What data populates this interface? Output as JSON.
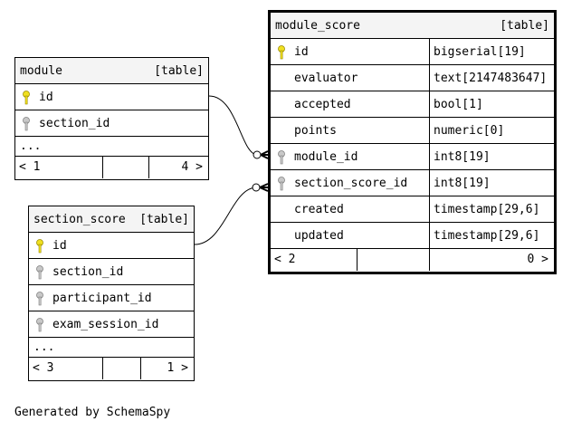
{
  "tables": {
    "module": {
      "name": "module",
      "kind": "[table]",
      "columns": [
        {
          "name": "id",
          "key": "primary"
        },
        {
          "name": "section_id",
          "key": "foreign"
        }
      ],
      "more": "...",
      "footer": {
        "left": "< 1",
        "right": "4 >"
      }
    },
    "section_score": {
      "name": "section_score",
      "kind": "[table]",
      "columns": [
        {
          "name": "id",
          "key": "primary"
        },
        {
          "name": "section_id",
          "key": "foreign"
        },
        {
          "name": "participant_id",
          "key": "foreign"
        },
        {
          "name": "exam_session_id",
          "key": "foreign"
        }
      ],
      "more": "...",
      "footer": {
        "left": "< 3",
        "right": "1 >"
      }
    },
    "module_score": {
      "name": "module_score",
      "kind": "[table]",
      "columns": [
        {
          "name": "id",
          "type": "bigserial[19]",
          "key": "primary"
        },
        {
          "name": "evaluator",
          "type": "text[2147483647]",
          "key": ""
        },
        {
          "name": "accepted",
          "type": "bool[1]",
          "key": ""
        },
        {
          "name": "points",
          "type": "numeric[0]",
          "key": ""
        },
        {
          "name": "module_id",
          "type": "int8[19]",
          "key": "foreign"
        },
        {
          "name": "section_score_id",
          "type": "int8[19]",
          "key": "foreign"
        },
        {
          "name": "created",
          "type": "timestamp[29,6]",
          "key": ""
        },
        {
          "name": "updated",
          "type": "timestamp[29,6]",
          "key": ""
        }
      ],
      "footer": {
        "left": "< 2",
        "right": "0 >"
      }
    }
  },
  "colors": {
    "primary_key": "#f0e020",
    "foreign_key": "#a8a8a8",
    "header_bg": "#f4f4f4"
  },
  "footer_text": "Generated by SchemaSpy"
}
